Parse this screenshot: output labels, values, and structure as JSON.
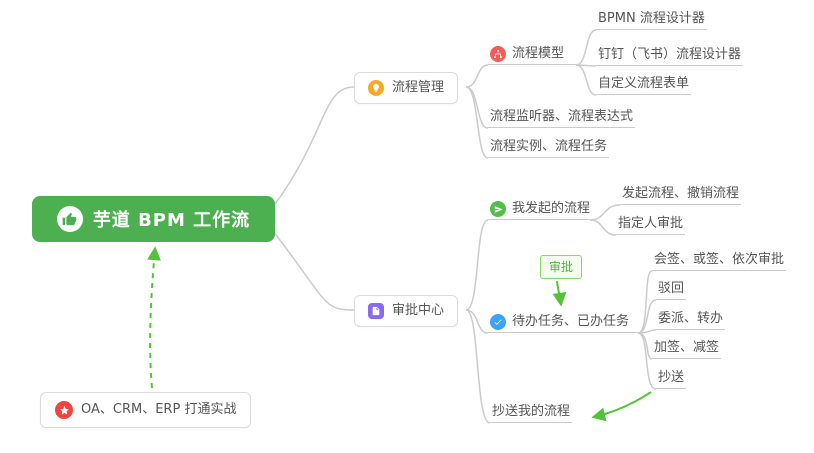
{
  "root": {
    "label": "芋道 BPM 工作流"
  },
  "nodes": {
    "process_management": {
      "label": "流程管理"
    },
    "process_model": {
      "label": "流程模型"
    },
    "bpmn_designer": {
      "label": "BPMN 流程设计器"
    },
    "dingtalk_designer": {
      "label": "钉钉（飞书）流程设计器"
    },
    "custom_form": {
      "label": "自定义流程表单"
    },
    "listener_expression": {
      "label": "流程监听器、流程表达式"
    },
    "instance_task": {
      "label": "流程实例、流程任务"
    },
    "approval_center": {
      "label": "审批中心"
    },
    "my_initiated": {
      "label": "我发起的流程"
    },
    "initiate_revoke": {
      "label": "发起流程、撤销流程"
    },
    "assignee_approval": {
      "label": "指定人审批"
    },
    "approval_badge": {
      "label": "审批"
    },
    "todo_done": {
      "label": "待办任务、已办任务"
    },
    "countersign": {
      "label": "会签、或签、依次审批"
    },
    "reject": {
      "label": "驳回"
    },
    "delegate_transfer": {
      "label": "委派、转办"
    },
    "add_reduce_sign": {
      "label": "加签、减签"
    },
    "carbon_copy": {
      "label": "抄送"
    },
    "cc_my_process": {
      "label": "抄送我的流程"
    },
    "oa_integration": {
      "label": "OA、CRM、ERP 打通实战"
    }
  },
  "icons": {
    "root": "thumbs-up-icon",
    "process_management": "lightbulb-icon",
    "process_model": "sitemap-icon",
    "approval_center": "document-icon",
    "my_initiated": "send-icon",
    "todo_done": "check-icon",
    "oa_integration": "star-icon"
  },
  "colors": {
    "root_bg": "#4CAF50",
    "connector_gray": "#cbcbcb",
    "arrow_green": "#54c33a",
    "badge_border": "#86d967",
    "badge_text": "#53b13b",
    "icon_orange": "#f7a824",
    "icon_pink": "#fa5a55",
    "icon_purple": "#8a68f2",
    "icon_green": "#4fbf47",
    "icon_blue": "#3da2ff",
    "icon_red": "#f2453d"
  }
}
